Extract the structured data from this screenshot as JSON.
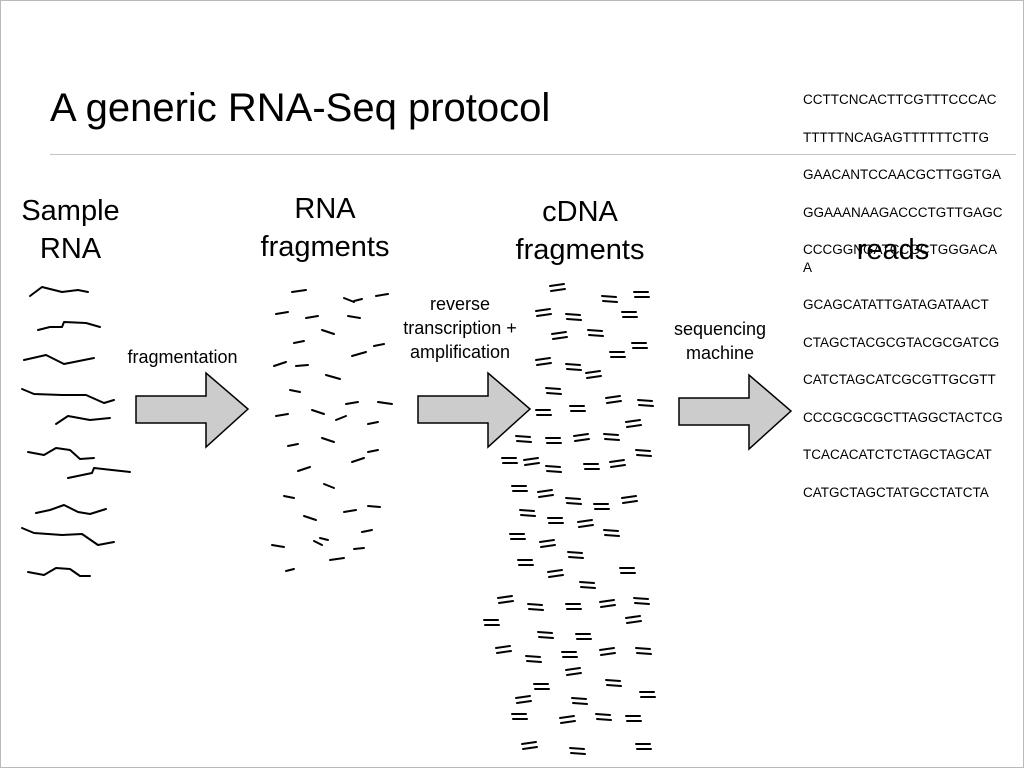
{
  "title": "A generic RNA-Seq protocol",
  "stages": {
    "sample_rna": "Sample\nRNA",
    "rna_fragments": "RNA\nfragments",
    "cdna_fragments": "cDNA\nfragments",
    "reads": "reads"
  },
  "steps": {
    "fragmentation": "fragmentation",
    "reverse_transcription": "reverse\ntranscription +\namplification",
    "sequencing": "sequencing\nmachine"
  },
  "reads": [
    "CCTTCNCACTTCGTTTCCCAC",
    "TTTTTNCAGAGTTTTTTCTTG",
    "GAACANTCCAACGCTTGGTGA",
    "GGAAANAAGACCCTGTTGAGC",
    "CCCGGNGATCCGCTGGGACAA",
    "GCAGCATATTGATAGATAACT",
    "CTAGCTACGCGTACGCGATCG",
    "CATCTAGCATCGCGTTGCGTT",
    "CCCGCGCGCTTAGGCTACTCG",
    "TCACACATCTCTAGCTAGCAT",
    "CATGCTAGCTATGCCTATCTA"
  ],
  "colors": {
    "arrow_fill": "#cccccc",
    "arrow_stroke": "#000000",
    "rule": "#c4c4c4"
  },
  "icons": [
    "rna-strand-icon",
    "rna-fragment-icon",
    "cdna-fragment-icon",
    "process-arrow-icon"
  ]
}
